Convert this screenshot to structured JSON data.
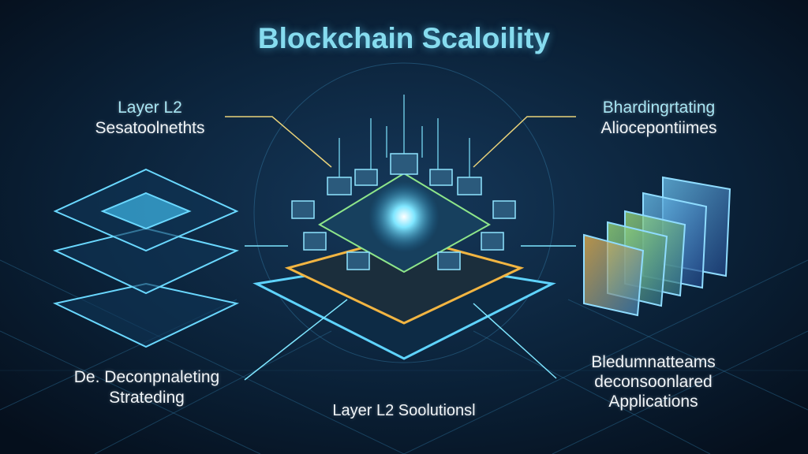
{
  "title": "Blockchain Scaloility",
  "labels": {
    "top_left": {
      "line1": "Layer L2",
      "line2": "Sesatoolnethts"
    },
    "top_right": {
      "line1": "Bhardingrtating",
      "line2": "Aliocepontiimes"
    },
    "bottom_left": {
      "line1": "De. Deconpnaleting",
      "line2": "Strateding"
    },
    "bottom_right": {
      "line1": "Bledumnatteams",
      "line2": "deconsoonlared",
      "line3": "Applications"
    },
    "bottom_center": "Layer L2 Soolutionsl"
  },
  "colors": {
    "background": "#071525",
    "accent_cyan": "#4fd0f5",
    "accent_gold": "#f2b542",
    "accent_green": "#7fe08a"
  }
}
